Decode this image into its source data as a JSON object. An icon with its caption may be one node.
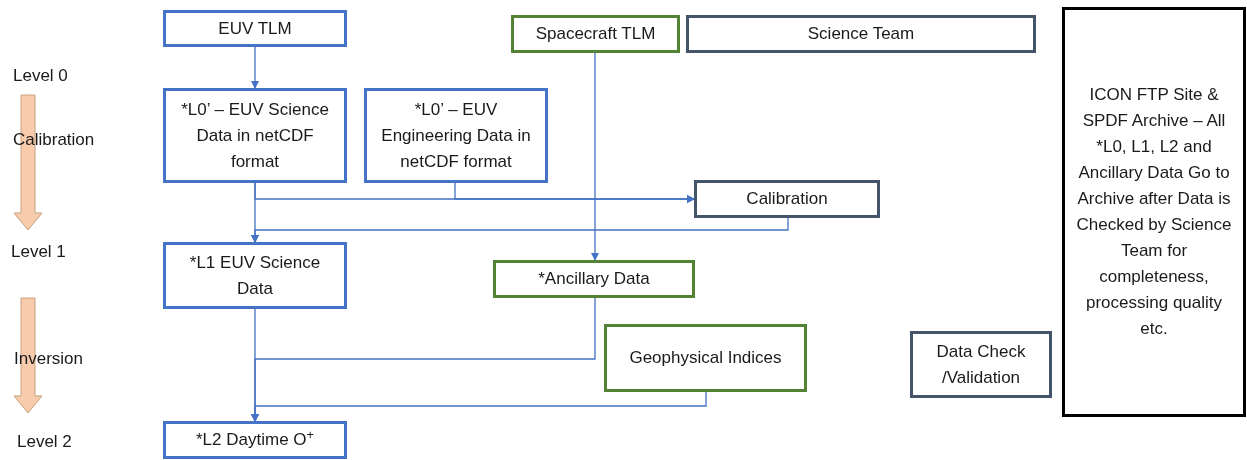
{
  "diagram": {
    "nodes": [
      {
        "text": [
          "EUV TLM"
        ]
      },
      {
        "text": [
          "Spacecraft TLM"
        ]
      },
      {
        "text": [
          "Science Team"
        ]
      },
      {
        "text": [
          "*L0’ – EUV Science Data in netCDF format"
        ]
      },
      {
        "text": [
          "*L0’ – EUV Engineering Data in netCDF format"
        ]
      },
      {
        "text": [
          "Calibration"
        ]
      },
      {
        "text": [
          "*L1 EUV Science Data"
        ]
      },
      {
        "text": [
          "*Ancillary Data"
        ]
      },
      {
        "text": [
          "Geophysical Indices"
        ]
      },
      {
        "text": [
          "Data Check /Validation"
        ]
      },
      {
        "text": [
          "ICON FTP Site & SPDF Archive – All *L0, L1, L2 and Ancillary Data Go to Archive after Data is Checked by Science Team for completeness, processing quality etc."
        ]
      },
      {
        "text": [
          "*L2 Daytime O$^{+}$"
        ]
      }
    ],
    "edges": [
      {
        "from": 0,
        "to": 3,
        "arrow": "to"
      },
      {
        "from": 3,
        "to": 5,
        "arrow": "to"
      },
      {
        "from": 4,
        "to": 5,
        "arrow": "to"
      },
      {
        "from": 3,
        "to": 6,
        "arrow": "to"
      },
      {
        "from": 5,
        "to": 6,
        "arrow": "to"
      },
      {
        "from": 1,
        "to": 7,
        "arrow": "to"
      },
      {
        "from": 6,
        "to": 11,
        "arrow": "to"
      },
      {
        "from": 7,
        "to": 11,
        "arrow": "to"
      },
      {
        "from": 8,
        "to": 11,
        "arrow": "to"
      }
    ],
    "labels": [
      "Level 0",
      "Calibration",
      "Level 1",
      "Inversion",
      "Level 2"
    ]
  }
}
